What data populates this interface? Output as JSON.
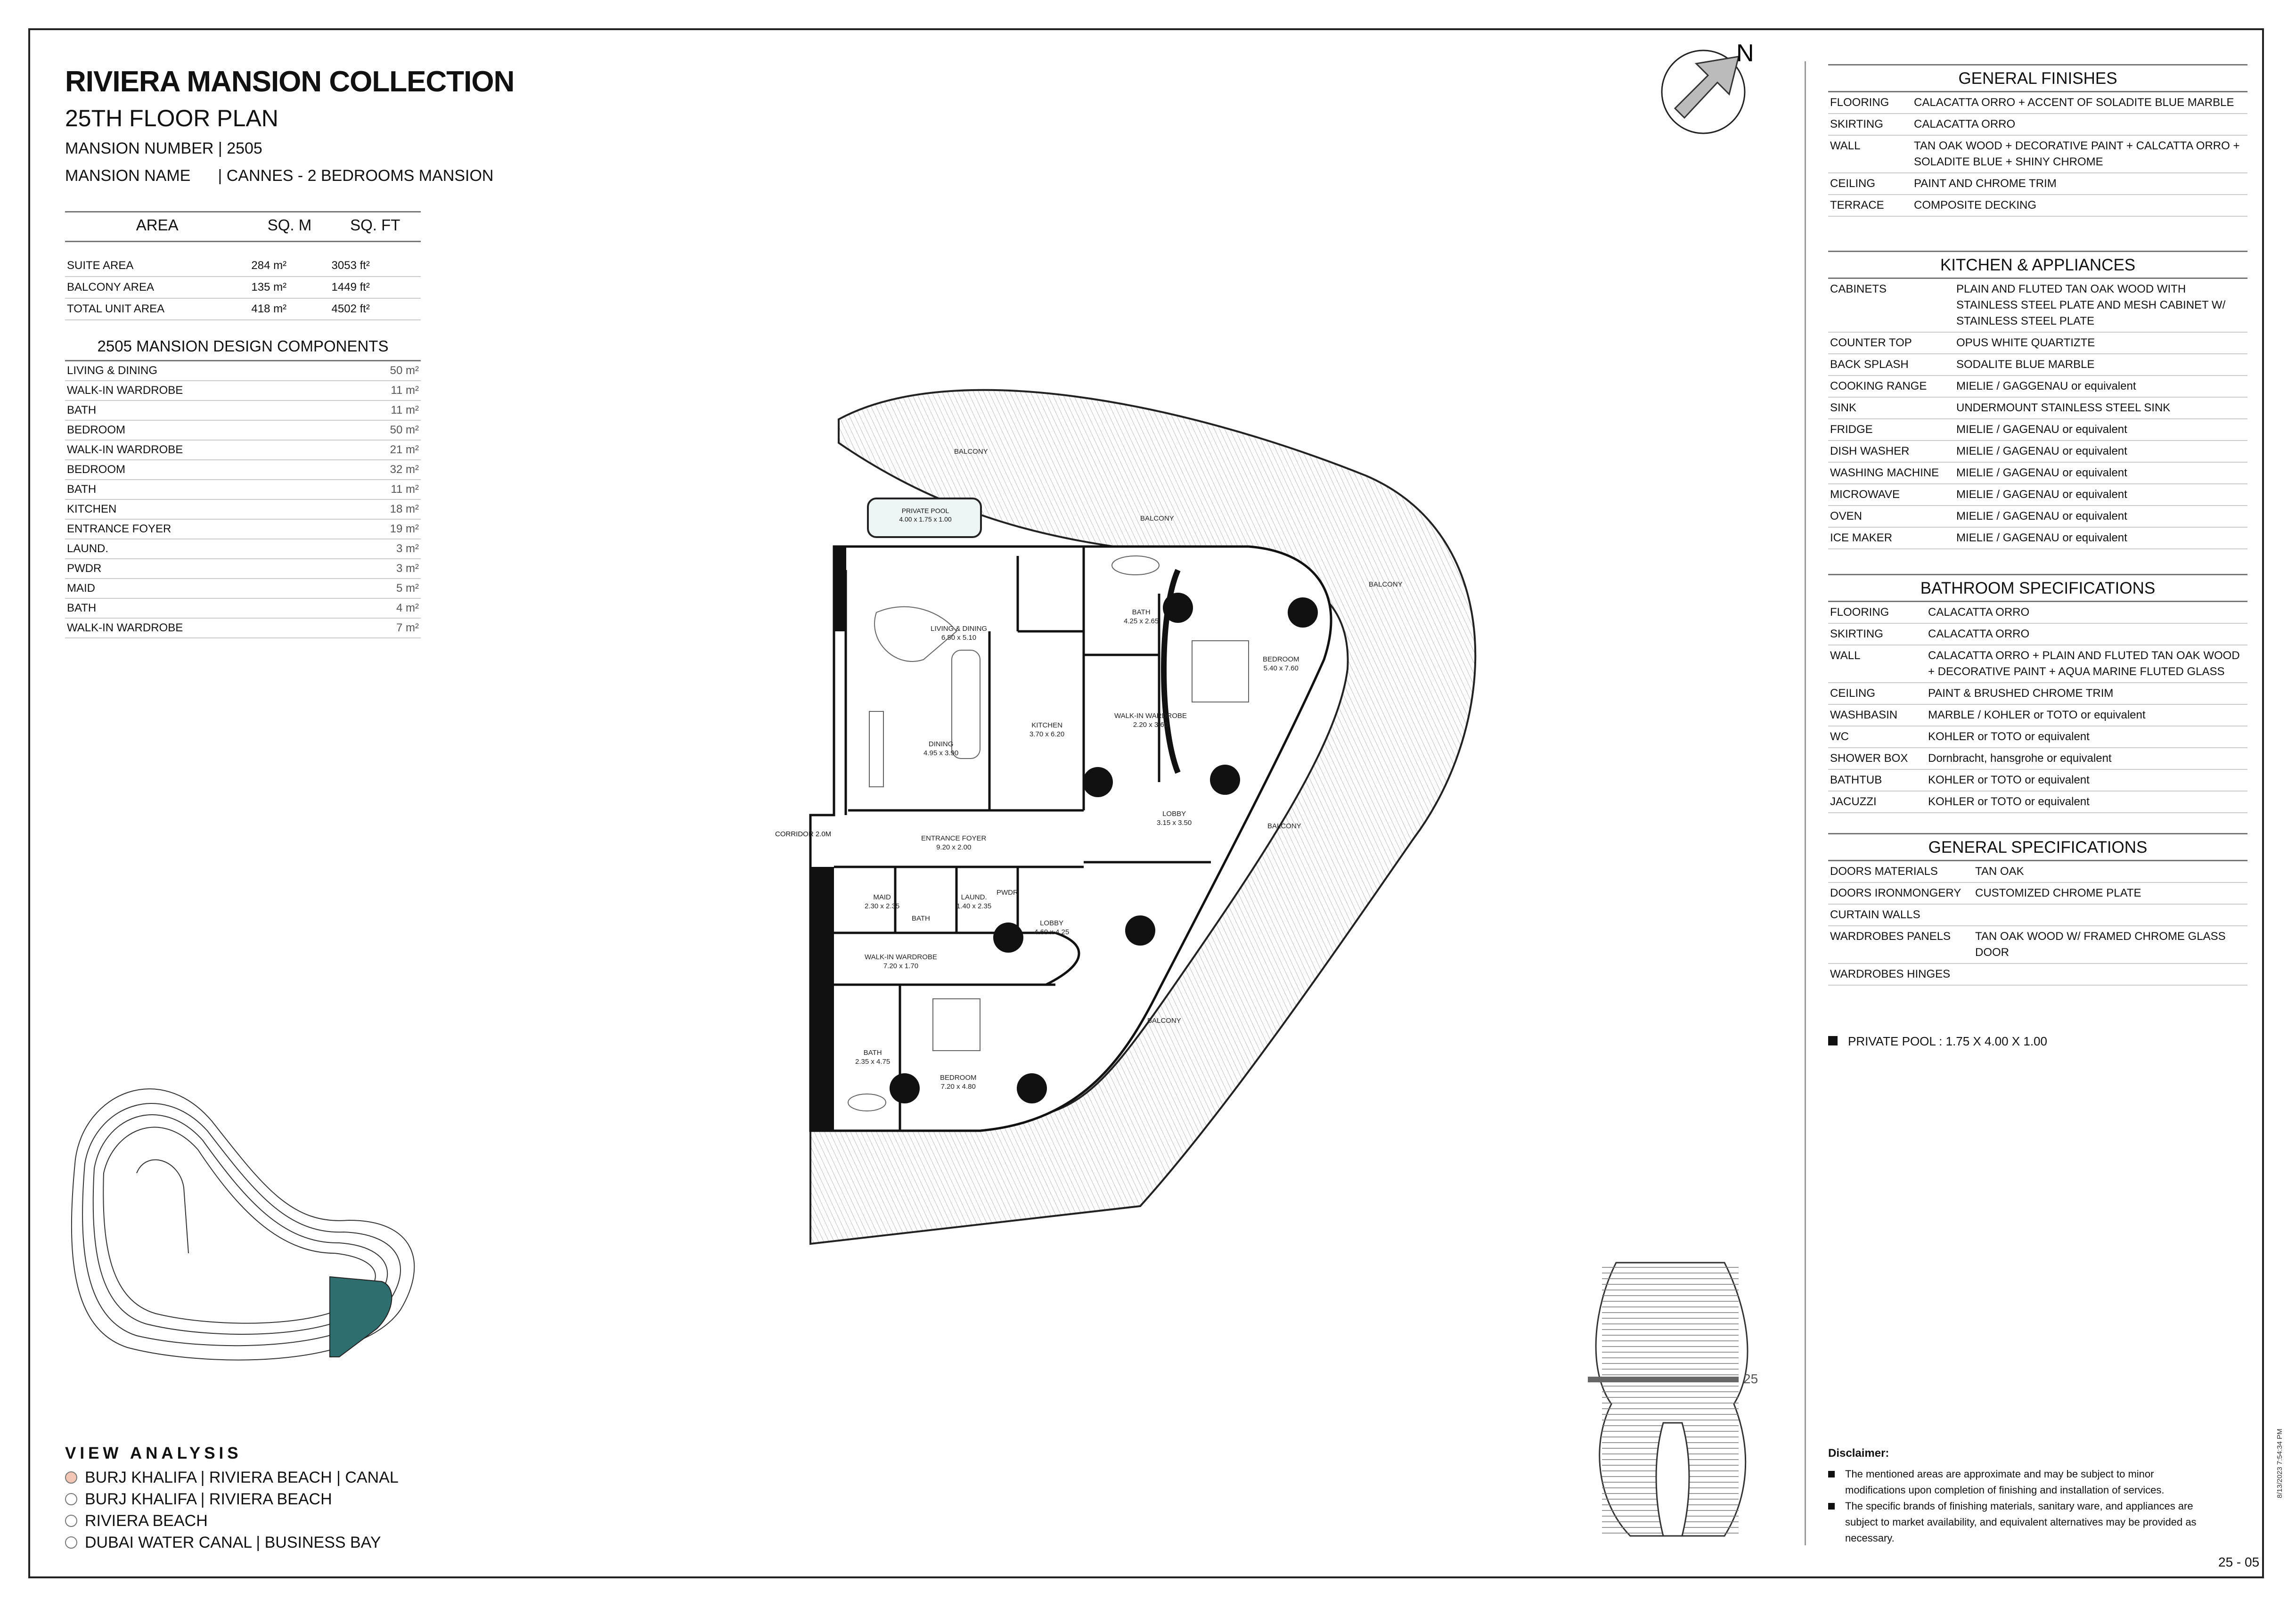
{
  "header": {
    "title": "RIVIERA MANSION COLLECTION",
    "subtitle": "25TH FLOOR PLAN",
    "mansion_number_label": "MANSION NUMBER",
    "mansion_number_value": "| 2505",
    "mansion_name_label": "MANSION NAME",
    "mansion_name_value": "| CANNES - 2 BEDROOMS MANSION"
  },
  "area_table": {
    "headers": [
      "AREA",
      "SQ. M",
      "SQ. FT"
    ],
    "rows": [
      [
        "SUITE AREA",
        "284 m²",
        "3053 ft²"
      ],
      [
        "BALCONY AREA",
        "135 m²",
        "1449 ft²"
      ],
      [
        "TOTAL UNIT AREA",
        "418 m²",
        "4502 ft²"
      ]
    ]
  },
  "components": {
    "title": "2505 MANSION DESIGN COMPONENTS",
    "rows": [
      [
        "LIVING & DINING",
        "50 m²"
      ],
      [
        "WALK-IN WARDROBE",
        "11 m²"
      ],
      [
        "BATH",
        "11 m²"
      ],
      [
        "BEDROOM",
        "50 m²"
      ],
      [
        "WALK-IN WARDROBE",
        "21 m²"
      ],
      [
        "BEDROOM",
        "32 m²"
      ],
      [
        "BATH",
        "11 m²"
      ],
      [
        "KITCHEN",
        "18 m²"
      ],
      [
        "ENTRANCE FOYER",
        "19 m²"
      ],
      [
        "LAUND.",
        "3 m²"
      ],
      [
        "PWDR",
        "3 m²"
      ],
      [
        "MAID",
        "5 m²"
      ],
      [
        "BATH",
        "4 m²"
      ],
      [
        "WALK-IN WARDROBE",
        "7 m²"
      ]
    ]
  },
  "compass": {
    "label": "N"
  },
  "plan": {
    "balcony_label": "BALCONY",
    "pool_name": "PRIVATE POOL",
    "pool_dims": "4.00 x 1.75 x 1.00",
    "corridor": "CORRIDOR 2.0M",
    "rooms": [
      {
        "name": "LIVING & DINING",
        "dims": "6.50 x 5.10"
      },
      {
        "name": "DINING",
        "dims": "4.95 x 3.90"
      },
      {
        "name": "KITCHEN",
        "dims": "3.70 x 6.20"
      },
      {
        "name": "BATH",
        "dims": "4.25 x 2.65"
      },
      {
        "name": "WALK-IN WARDROBE",
        "dims": "2.20 x 3.60"
      },
      {
        "name": "BEDROOM",
        "dims": "5.40 x 7.60"
      },
      {
        "name": "LOBBY",
        "dims": "3.15 x 3.50"
      },
      {
        "name": "ENTRANCE FOYER",
        "dims": "9.20 x 2.00"
      },
      {
        "name": "MAID",
        "dims": "2.30 x 2.35"
      },
      {
        "name": "LAUND.",
        "dims": "1.40 x 2.35"
      },
      {
        "name": "PWDR",
        "dims": ""
      },
      {
        "name": "BATH",
        "dims": ""
      },
      {
        "name": "LOBBY",
        "dims": "4.60 x 4.25"
      },
      {
        "name": "WALK-IN WARDROBE",
        "dims": "7.20 x 1.70"
      },
      {
        "name": "BATH",
        "dims": "2.35 x 4.75"
      },
      {
        "name": "BEDROOM",
        "dims": "7.20 x 4.80"
      }
    ]
  },
  "floor_marker": "25",
  "specs": {
    "general_finishes": {
      "title": "GENERAL FINISHES",
      "rows": [
        [
          "FLOORING",
          "CALACATTA ORRO + ACCENT OF SOLADITE BLUE MARBLE"
        ],
        [
          "SKIRTING",
          "CALACATTA ORRO"
        ],
        [
          "WALL",
          "TAN OAK WOOD + DECORATIVE PAINT + CALCATTA ORRO + SOLADITE BLUE + SHINY CHROME"
        ],
        [
          "CEILING",
          "PAINT AND CHROME TRIM"
        ],
        [
          "TERRACE",
          "COMPOSITE DECKING"
        ]
      ]
    },
    "kitchen": {
      "title": "KITCHEN & APPLIANCES",
      "rows": [
        [
          "CABINETS",
          "PLAIN AND FLUTED TAN OAK WOOD WITH STAINLESS STEEL PLATE AND MESH CABINET W/ STAINLESS STEEL PLATE"
        ],
        [
          "COUNTER TOP",
          "OPUS WHITE QUARTIZTE"
        ],
        [
          "BACK SPLASH",
          "SODALITE BLUE MARBLE"
        ],
        [
          "COOKING RANGE",
          "MIELIE / GAGGENAU or equivalent"
        ],
        [
          "SINK",
          "UNDERMOUNT STAINLESS STEEL SINK"
        ],
        [
          "FRIDGE",
          "MIELIE / GAGENAU or equivalent"
        ],
        [
          "DISH WASHER",
          "MIELIE / GAGENAU or equivalent"
        ],
        [
          "WASHING MACHINE",
          "MIELIE / GAGENAU or equivalent"
        ],
        [
          "MICROWAVE",
          "MIELIE / GAGENAU or equivalent"
        ],
        [
          "OVEN",
          "MIELIE / GAGENAU or equivalent"
        ],
        [
          "ICE MAKER",
          "MIELIE / GAGENAU or equivalent"
        ]
      ]
    },
    "bathroom": {
      "title": "BATHROOM SPECIFICATIONS",
      "rows": [
        [
          "FLOORING",
          "CALACATTA ORRO"
        ],
        [
          "SKIRTING",
          "CALACATTA ORRO"
        ],
        [
          "WALL",
          "CALACATTA ORRO + PLAIN AND FLUTED TAN OAK WOOD + DECORATIVE PAINT + AQUA MARINE FLUTED GLASS"
        ],
        [
          "CEILING",
          "PAINT & BRUSHED CHROME TRIM"
        ],
        [
          "WASHBASIN",
          "MARBLE / KOHLER or TOTO or equivalent"
        ],
        [
          "WC",
          "KOHLER or TOTO or equivalent"
        ],
        [
          "SHOWER BOX",
          "Dornbracht, hansgrohe or equivalent"
        ],
        [
          "BATHTUB",
          "KOHLER or TOTO or equivalent"
        ],
        [
          "JACUZZI",
          "KOHLER or TOTO or equivalent"
        ]
      ]
    },
    "general": {
      "title": "GENERAL SPECIFICATIONS",
      "rows": [
        [
          "DOORS MATERIALS",
          "TAN OAK"
        ],
        [
          "DOORS IRONMONGERY",
          "CUSTOMIZED CHROME PLATE"
        ],
        [
          "CURTAIN WALLS",
          ""
        ],
        [
          "WARDROBES PANELS",
          "TAN OAK WOOD W/ FRAMED CHROME GLASS DOOR"
        ],
        [
          "WARDROBES HINGES",
          ""
        ]
      ]
    }
  },
  "pool_note": "PRIVATE POOL : 1.75 X 4.00 X 1.00",
  "view_analysis": {
    "title": "VIEW ANALYSIS",
    "items": [
      {
        "label": "BURJ KHALIFA | RIVIERA BEACH | CANAL",
        "active": true
      },
      {
        "label": "BURJ KHALIFA | RIVIERA BEACH",
        "active": false
      },
      {
        "label": "RIVIERA BEACH",
        "active": false
      },
      {
        "label": "DUBAI WATER CANAL | BUSINESS BAY",
        "active": false
      }
    ],
    "active_color": "#f2c6b4"
  },
  "disclaimer": {
    "title": "Disclaimer:",
    "items": [
      "The mentioned areas are approximate and may be subject to minor modifications  upon completion of finishing and installation of services.",
      "The specific brands of finishing materials, sanitary ware, and appliances are subject to market availability, and equivalent alternatives may be provided as necessary."
    ]
  },
  "page_number": "25 - 05",
  "print_stamp": "8/13/2023 7:54:34 PM",
  "colors": {
    "key_plan_highlight": "#2e6e6e",
    "pool": "#eef5f5"
  }
}
